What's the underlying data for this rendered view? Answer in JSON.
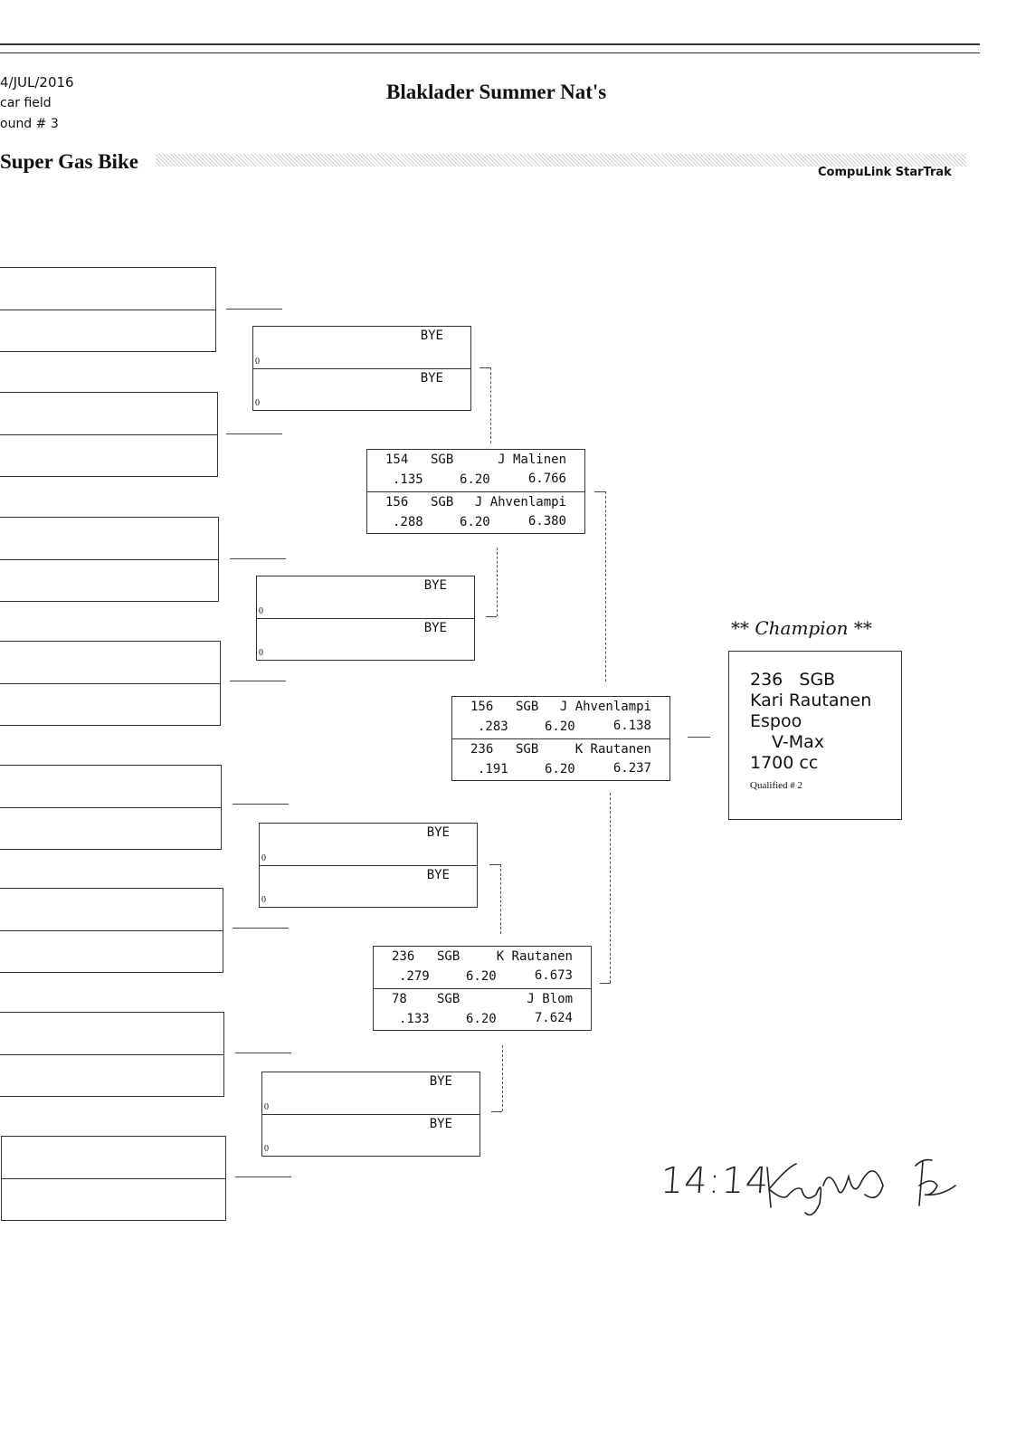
{
  "header": {
    "date": "4/JUL/2016",
    "field": "car field",
    "round": "ound # 3",
    "event": "Blaklader Summer Nat's",
    "class": "Super Gas Bike",
    "software": "CompuLink StarTrak"
  },
  "round2": [
    {
      "top": "BYE",
      "bottom": "BYE",
      "top_score": "0",
      "bottom_score": "0"
    },
    {
      "top": "BYE",
      "bottom": "BYE",
      "top_score": "0",
      "bottom_score": "0"
    },
    {
      "top": "BYE",
      "bottom": "BYE",
      "top_score": "0",
      "bottom_score": "0"
    },
    {
      "top": "BYE",
      "bottom": "BYE",
      "top_score": "0",
      "bottom_score": "0"
    }
  ],
  "round3": [
    {
      "top": {
        "num": "154",
        "cls": "SGB",
        "name": "J Malinen",
        "rt": ".135",
        "dial": "6.20",
        "et": "6.766"
      },
      "bottom": {
        "num": "156",
        "cls": "SGB",
        "name": "J Ahvenlampi",
        "rt": ".288",
        "dial": "6.20",
        "et": "6.380"
      }
    },
    {
      "top": {
        "num": "236",
        "cls": "SGB",
        "name": "K Rautanen",
        "rt": ".279",
        "dial": "6.20",
        "et": "6.673"
      },
      "bottom": {
        "num": "78",
        "cls": "SGB",
        "name": "J Blom",
        "rt": ".133",
        "dial": "6.20",
        "et": "7.624"
      }
    }
  ],
  "final": {
    "top": {
      "num": "156",
      "cls": "SGB",
      "name": "J Ahvenlampi",
      "rt": ".283",
      "dial": "6.20",
      "et": "6.138"
    },
    "bottom": {
      "num": "236",
      "cls": "SGB",
      "name": "K Rautanen",
      "rt": ".191",
      "dial": "6.20",
      "et": "6.237"
    }
  },
  "champion": {
    "heading": "** Champion **",
    "num": "236",
    "cls": "SGB",
    "name": "Kari Rautanen",
    "city": "Espoo",
    "car": "V-Max",
    "engine": "1700 cc",
    "qualified": "Qualified # 2"
  },
  "signature": {
    "time": "14:14"
  }
}
